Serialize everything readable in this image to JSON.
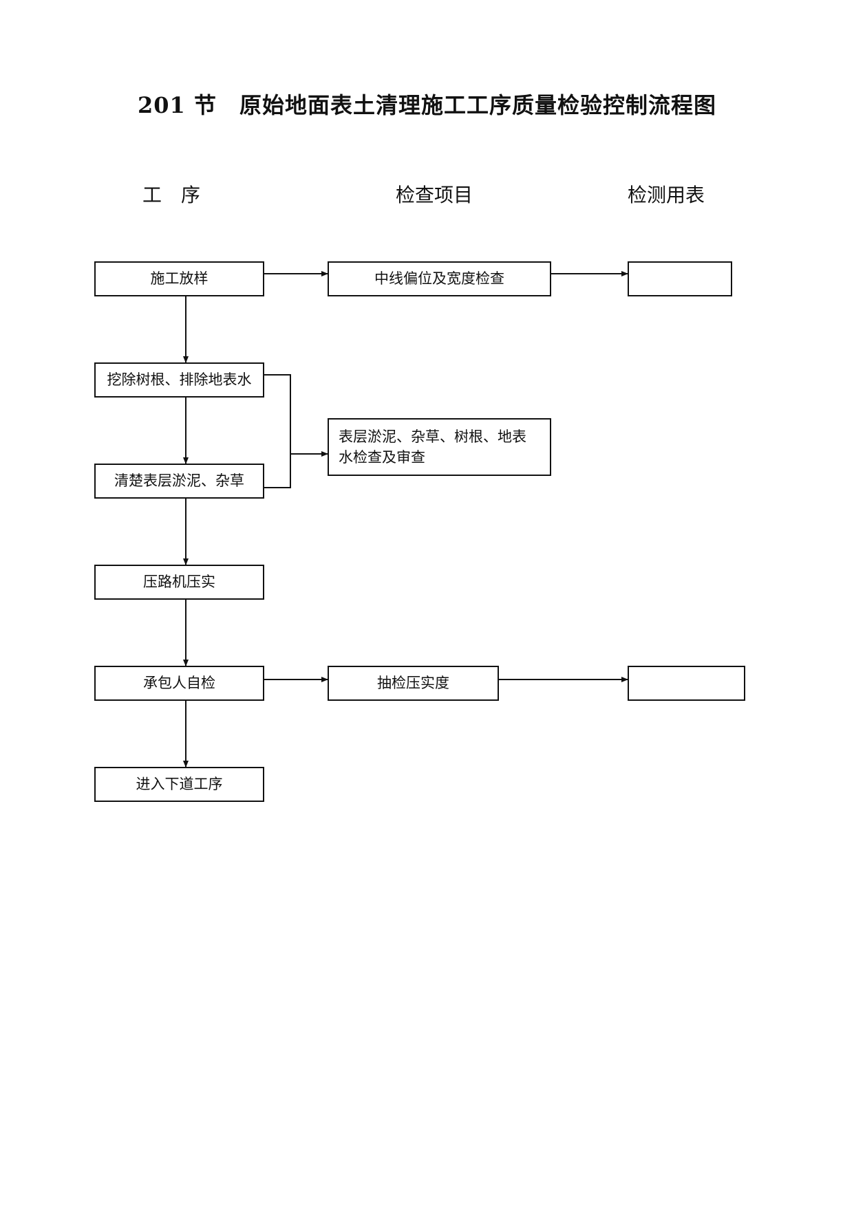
{
  "title": "201 节　原始地面表土清理施工工序质量检验控制流程图",
  "columns": {
    "process": "工　序",
    "check_items": "检查项目",
    "forms": "检测用表"
  },
  "process_steps": [
    "施工放样",
    "挖除树根、排除地表水",
    "清楚表层淤泥、杂草",
    "压路机压实",
    "承包人自检",
    "进入下道工序"
  ],
  "check_items": [
    "中线偏位及宽度检查",
    "表层淤泥、杂草、树根、地表水检查及审查",
    "抽检压实度"
  ],
  "forms": [
    "",
    ""
  ]
}
